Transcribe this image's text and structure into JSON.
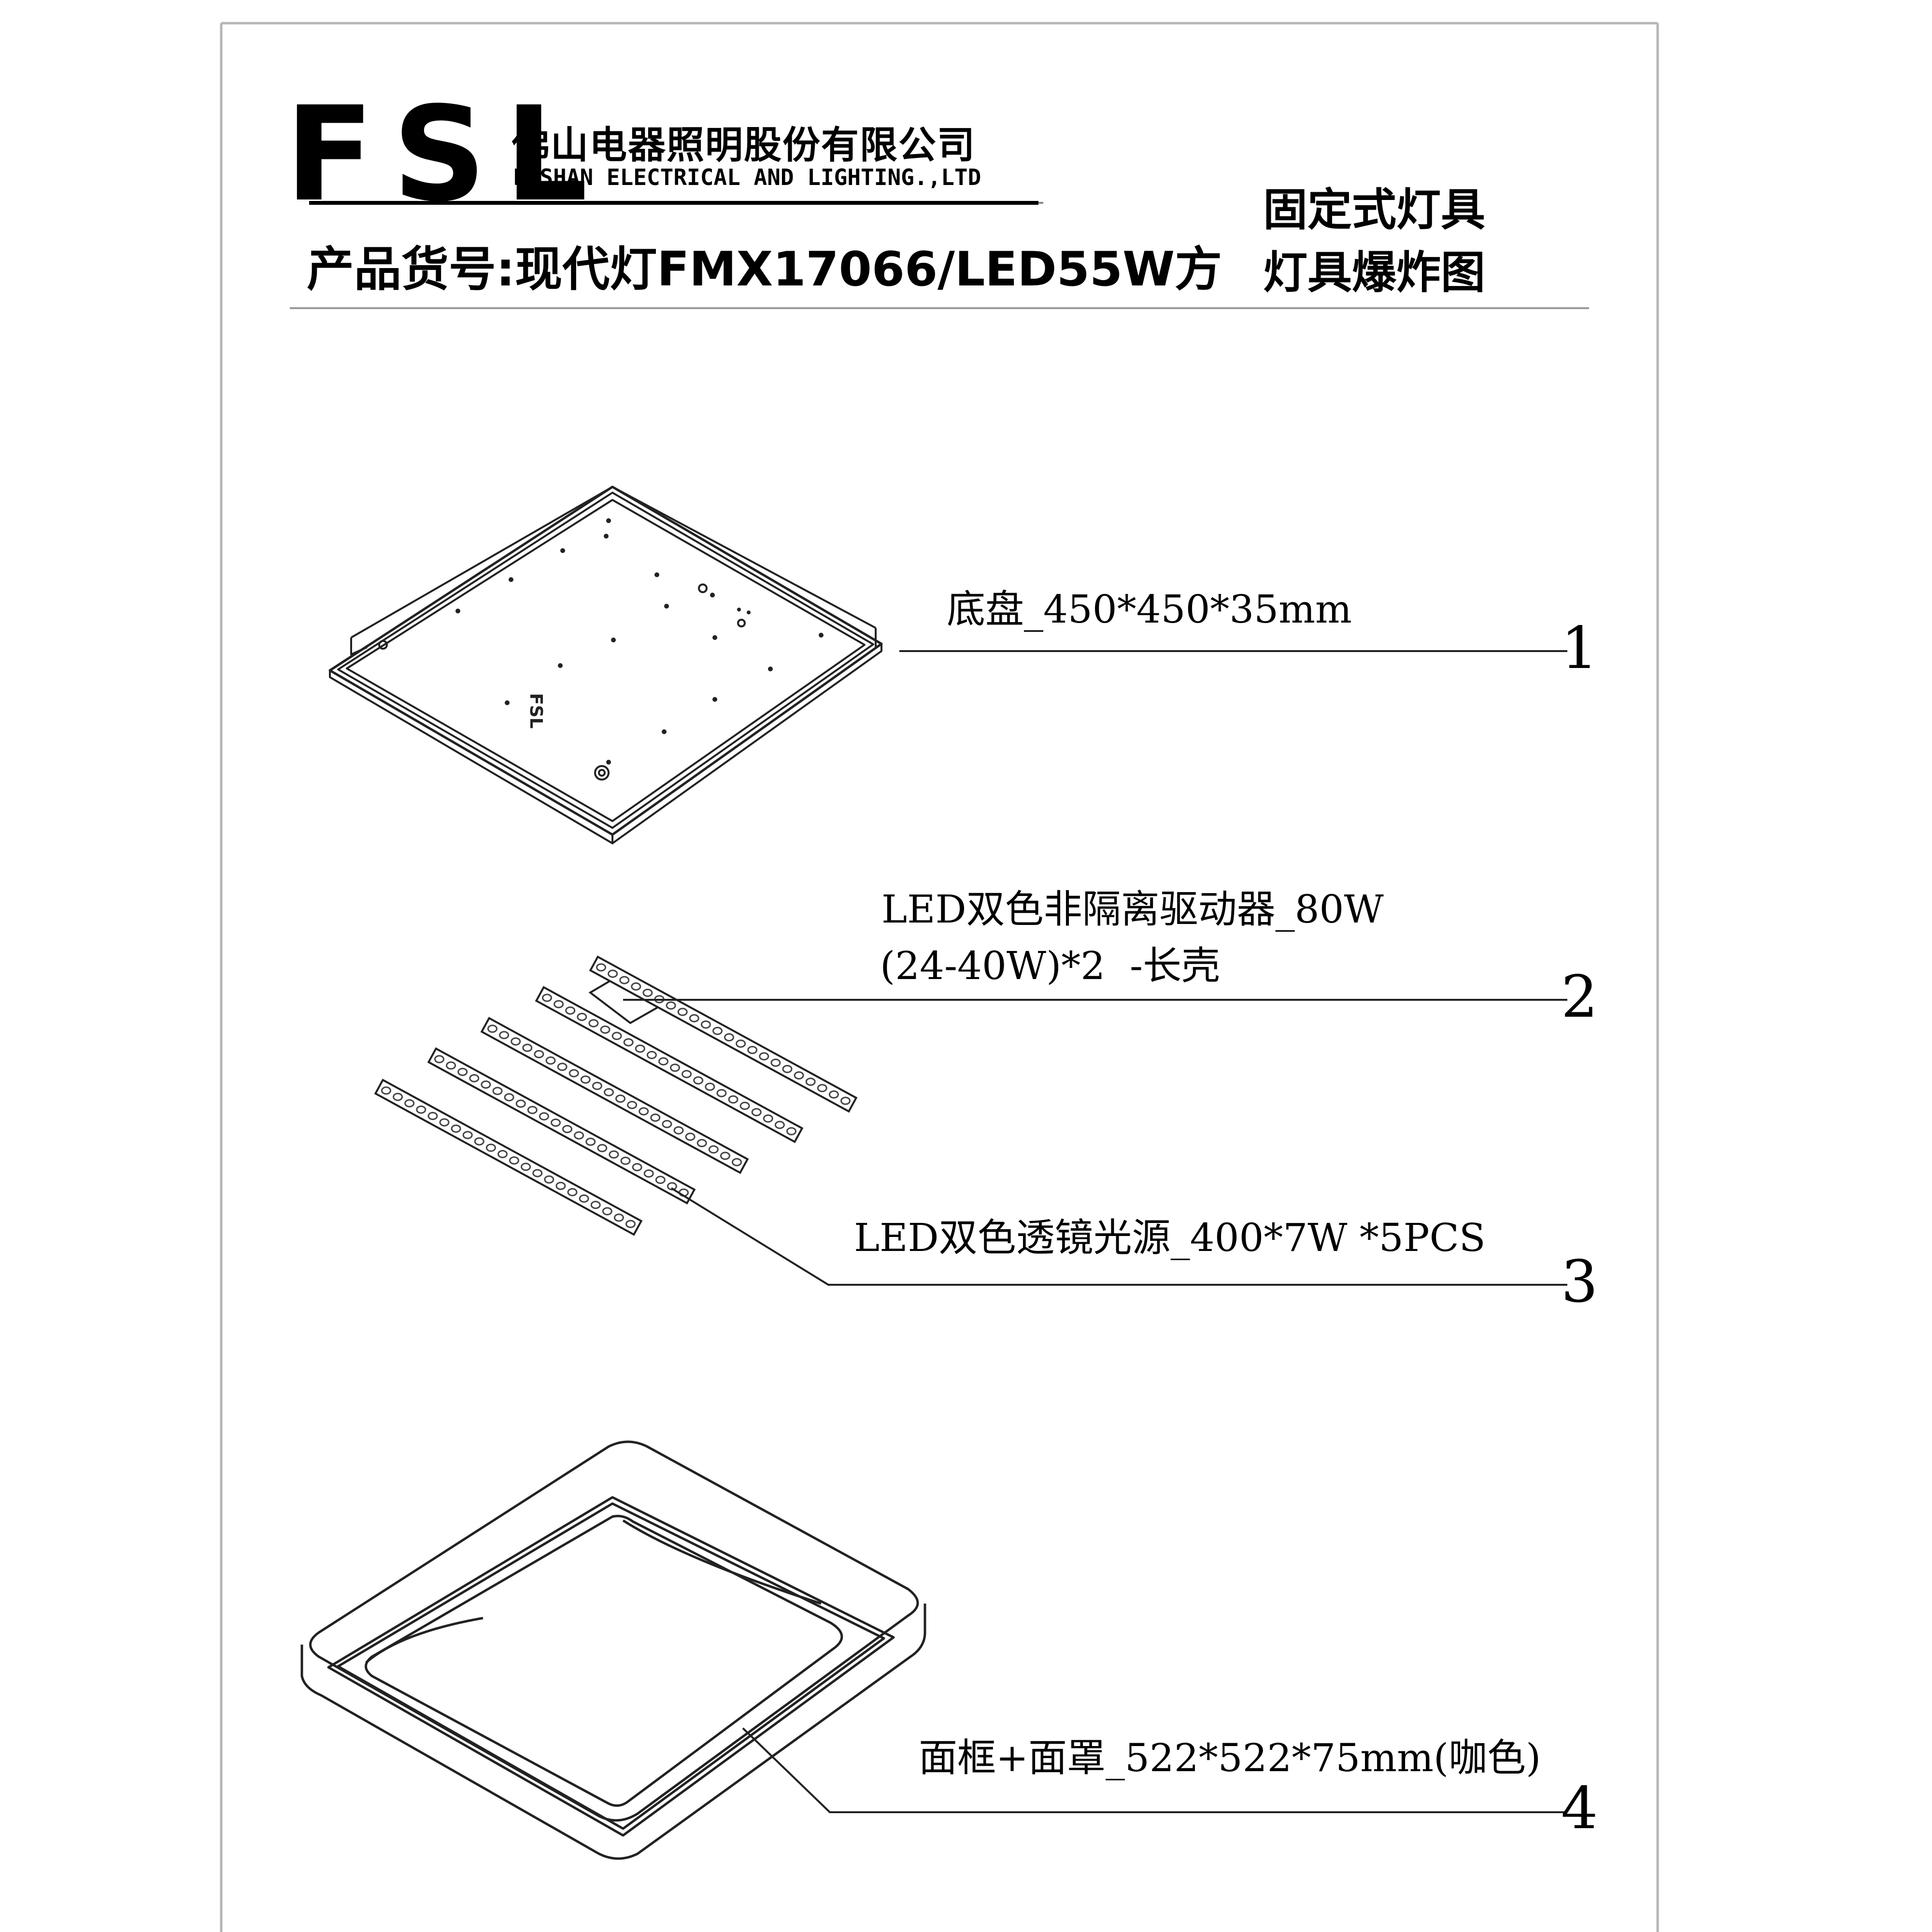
{
  "header": {
    "logo": "FSL",
    "company_cn": "佛山电器照明股份有限公司",
    "company_en": "FOSHAN ELECTRICAL AND LIGHTING.,LTD",
    "product_code": "产品货号:现代灯FMX17066/LED55W方",
    "doc_type_line1": "固定式灯具",
    "doc_type_line2": "灯具爆炸图"
  },
  "base_marking": "FSL",
  "parts": [
    {
      "number": "1",
      "label": "底盘_450*450*35mm"
    },
    {
      "number": "2",
      "label_line1": "LED双色非隔离驱动器_80W",
      "label_line2": "(24-40W)*2  -长壳"
    },
    {
      "number": "3",
      "label": "LED双色透镜光源_400*7W *5PCS"
    },
    {
      "number": "4",
      "label": "面框+面罩_522*522*75mm(咖色)"
    }
  ],
  "colors": {
    "ink": "#000000",
    "rule": "#9a9a9a",
    "frame": "#b5b5b5"
  }
}
